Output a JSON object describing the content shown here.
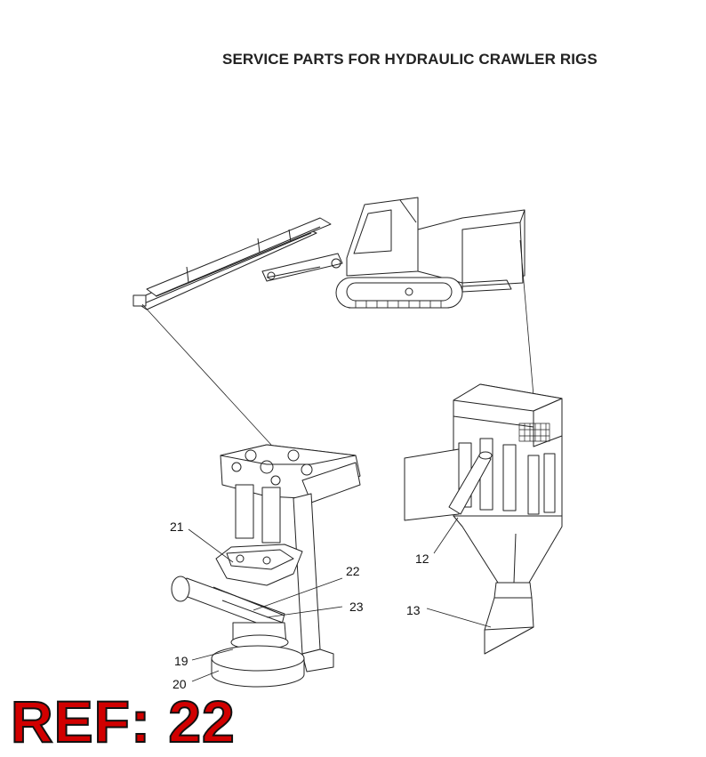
{
  "header": {
    "title": "SERVICE PARTS FOR HYDRAULIC CRAWLER RIGS"
  },
  "callouts": {
    "c21": "21",
    "c22": "22",
    "c23": "23",
    "c19": "19",
    "c20": "20",
    "c12": "12",
    "c13": "13"
  },
  "reference": {
    "label": "REF: 22"
  },
  "colors": {
    "line": "#222222",
    "ref_fill": "#d10000",
    "ref_outline": "#111111"
  }
}
